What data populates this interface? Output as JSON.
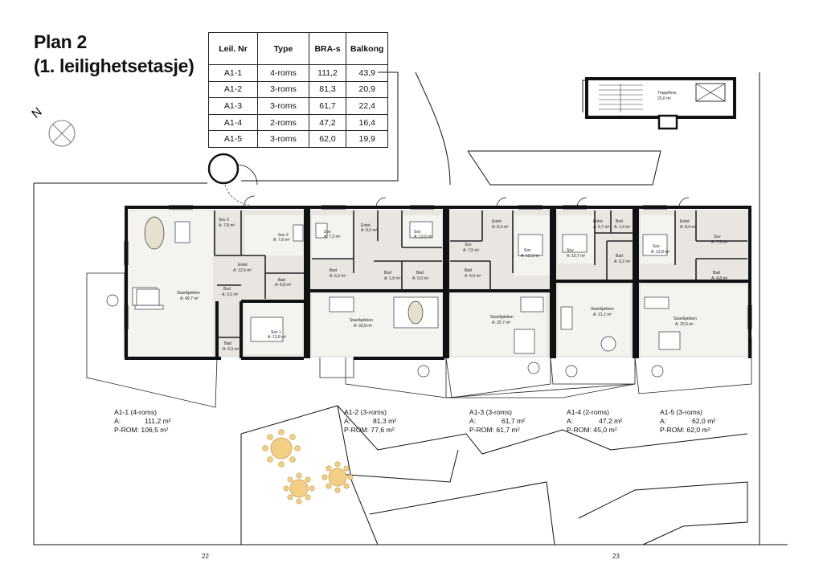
{
  "title": {
    "line1": "Plan 2",
    "line2": "(1. leilighetsetasje)"
  },
  "table": {
    "headers": [
      "Leil. Nr",
      "Type",
      "BRA-s",
      "Balkong"
    ],
    "rows": [
      [
        "A1-1",
        "4-roms",
        "111,2",
        "43,9"
      ],
      [
        "A1-2",
        "3-roms",
        "81,3",
        "20,9"
      ],
      [
        "A1-3",
        "3-roms",
        "61,7",
        "22,4"
      ],
      [
        "A1-4",
        "2-roms",
        "47,2",
        "16,4"
      ],
      [
        "A1-5",
        "3-roms",
        "62,0",
        "19,9"
      ]
    ]
  },
  "north": "N",
  "stair": {
    "label": "Trapp/heis",
    "area": "23,6 m²"
  },
  "units": [
    {
      "name": "A1-1 (4-roms)",
      "a_label": "A:",
      "a_value": "111,2 m²",
      "prom": "P-ROM: 106,5 m²"
    },
    {
      "name": "A1-2 (3-roms)",
      "a_label": "A:",
      "a_value": "81,3 m²",
      "prom": "P-ROM: 77,6 m²"
    },
    {
      "name": "A1-3 (3-roms)",
      "a_label": "A:",
      "a_value": "61,7 m²",
      "prom": "P-ROM: 61,7 m²"
    },
    {
      "name": "A1-4 (2-roms)",
      "a_label": "A:",
      "a_value": "47,2 m²",
      "prom": "P-ROM: 45,0 m²"
    },
    {
      "name": "A1-5 (3-roms)",
      "a_label": "A:",
      "a_value": "62,0 m²",
      "prom": "P-ROM: 62,0 m²"
    }
  ],
  "rooms": {
    "u1": {
      "sov3": [
        "Sov 3",
        "A: 7,8 m²"
      ],
      "sov2": [
        "Sov 2",
        "A: 7,8 m²"
      ],
      "entre": [
        "Entré",
        "A: 12,5 m²"
      ],
      "bad1": [
        "Bad",
        "A: 6,8 m²"
      ],
      "stue": [
        "Stue/kjøkken",
        "A: 49,7 m²"
      ],
      "bod": [
        "Bod",
        "A: 2,5 m²"
      ],
      "sov1": [
        "Sov 1",
        "A: 13,8 m²"
      ],
      "bad2": [
        "Bad",
        "A: 4,3 m²"
      ]
    },
    "u2": {
      "sov": [
        "Sov",
        "A: 7,3 m²"
      ],
      "entre": [
        "Entré",
        "A: 8,6 m²"
      ],
      "sov2": [
        "Sov",
        "A: 13,6 m²"
      ],
      "bad": [
        "Bad",
        "A: 6,2 m²"
      ],
      "bod": [
        "Bod",
        "A: 1,8 m²"
      ],
      "bad2": [
        "Bad",
        "A: 5,0 m²"
      ],
      "stue": [
        "Stue/kjøkken",
        "A: 33,8 m²"
      ]
    },
    "u3": {
      "entre": [
        "Entré",
        "A: 8,4 m²"
      ],
      "sov": [
        "Sov",
        "A: 7,5 m²"
      ],
      "sov2": [
        "Sov",
        "A: 12,3 m²"
      ],
      "bad": [
        "Bad",
        "A: 5,0 m²"
      ],
      "stue": [
        "Stue/kjøkken",
        "A: 25,7 m²"
      ]
    },
    "u4": {
      "entre": [
        "Entré",
        "A: 5,7 m²"
      ],
      "bod": [
        "Bod",
        "A: 1,9 m²"
      ],
      "sov": [
        "Sov",
        "A: 10,7 m²"
      ],
      "bad": [
        "Bad",
        "A: 6,2 m²"
      ],
      "stue": [
        "Stue/kjøkken",
        "A: 21,2 m²"
      ]
    },
    "u5": {
      "entre": [
        "Entré",
        "A: 8,4 m²"
      ],
      "sov": [
        "Sov",
        "A: 12,8 m²"
      ],
      "sov2": [
        "Sov",
        "A: 7,5 m²"
      ],
      "bad": [
        "Bad",
        "A: 4,8 m²"
      ],
      "stue": [
        "Stue/kjøkken",
        "A: 20,6 m²"
      ]
    }
  },
  "page_numbers": {
    "left": "22",
    "right": "23"
  }
}
